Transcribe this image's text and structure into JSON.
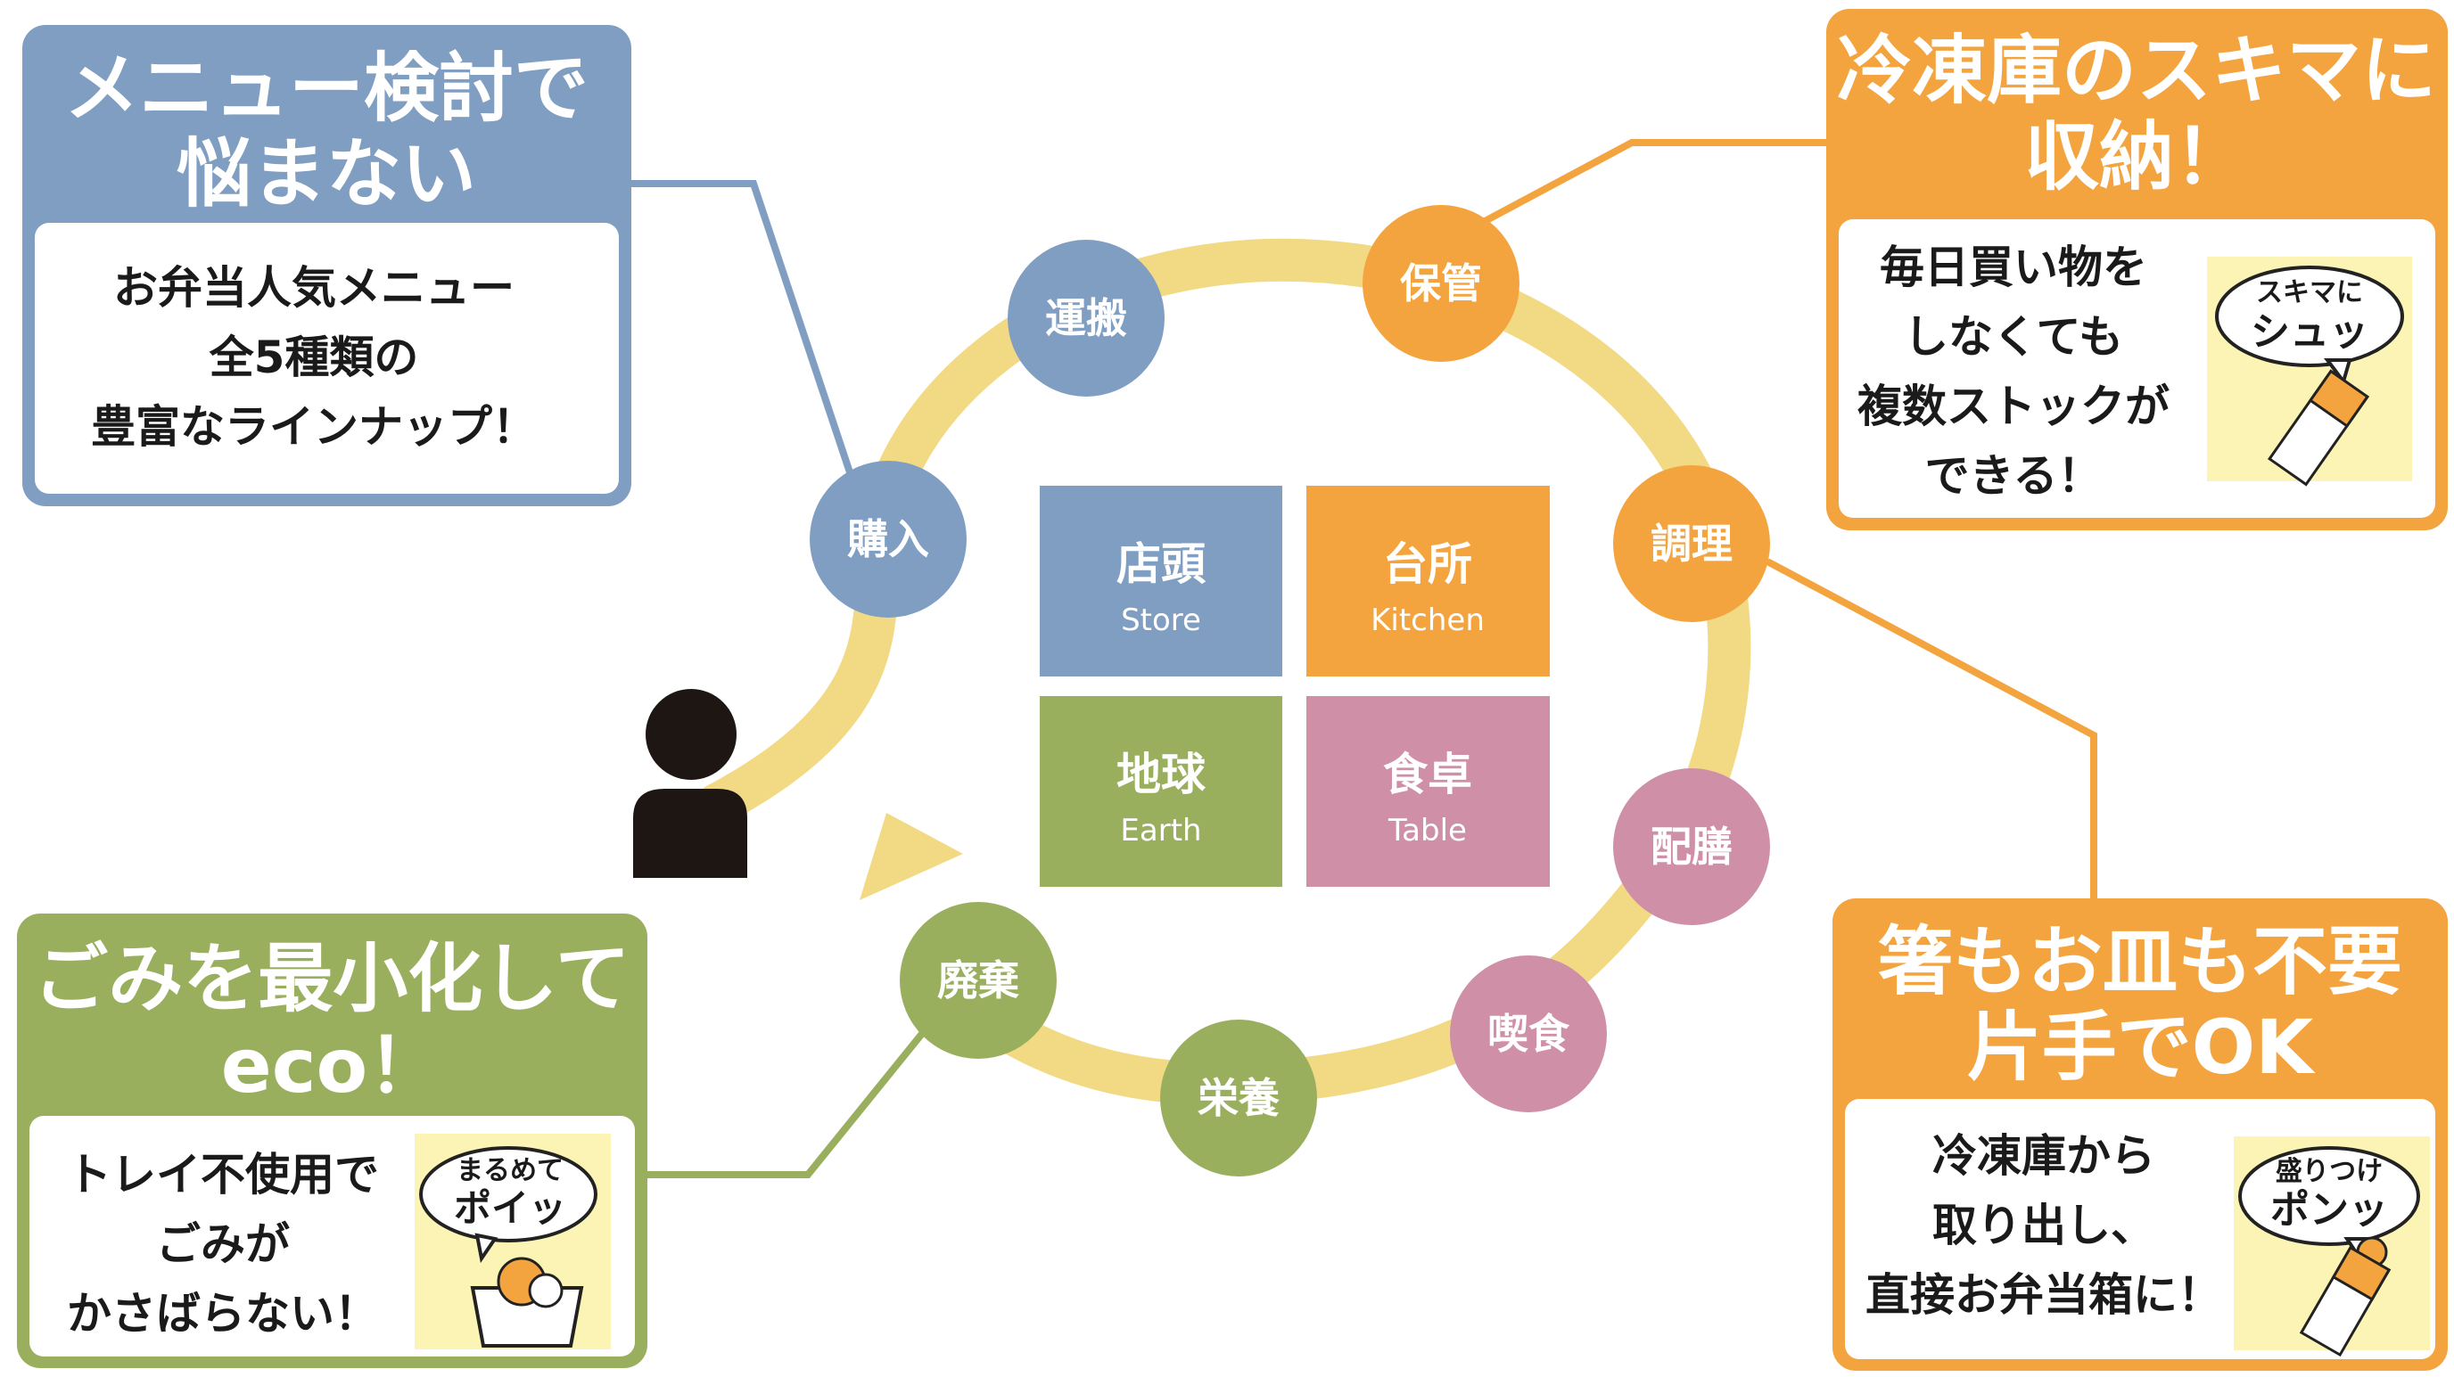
{
  "colors": {
    "blue": "#7f9ec2",
    "orange": "#f3a43f",
    "green": "#9aaf5e",
    "pink": "#cf8fa6",
    "ring": "#f2da85",
    "note_yellow": "#fbf4b4",
    "person": "#1e1613"
  },
  "process_steps": {
    "purchase": "購入",
    "transport": "運搬",
    "storage": "保管",
    "cooking": "調理",
    "serving": "配膳",
    "eating": "喫食",
    "nutrition": "栄養",
    "disposal": "廃棄"
  },
  "center_grid": {
    "store": {
      "title": "店頭",
      "subtitle": "Store"
    },
    "kitchen": {
      "title": "台所",
      "subtitle": "Kitchen"
    },
    "earth": {
      "title": "地球",
      "subtitle": "Earth"
    },
    "table": {
      "title": "食卓",
      "subtitle": "Table"
    }
  },
  "callouts": {
    "menu": {
      "title": [
        "メニュー検討で",
        "悩まない"
      ],
      "body": [
        "お弁当人気メニュー",
        "全5種類の",
        "豊富なラインナップ！"
      ]
    },
    "freezer": {
      "title": [
        "冷凍庫のスキマに",
        "収納！"
      ],
      "body": [
        "毎日買い物を",
        "しなくても",
        "複数ストックが",
        "できる！"
      ],
      "sticker": [
        "スキマに",
        "シュッ"
      ]
    },
    "eco": {
      "title": [
        "ごみを最小化して",
        "eco！"
      ],
      "body": [
        "トレイ不使用で",
        "ごみが",
        "かさばらない！"
      ],
      "sticker": [
        "まるめて",
        "ポイッ"
      ]
    },
    "serve": {
      "title": [
        "箸もお皿も不要",
        "片手でOK"
      ],
      "body": [
        "冷凍庫から",
        "取り出し、",
        "直接お弁当箱に！"
      ],
      "sticker": [
        "盛りつけ",
        "ポンッ"
      ]
    }
  }
}
